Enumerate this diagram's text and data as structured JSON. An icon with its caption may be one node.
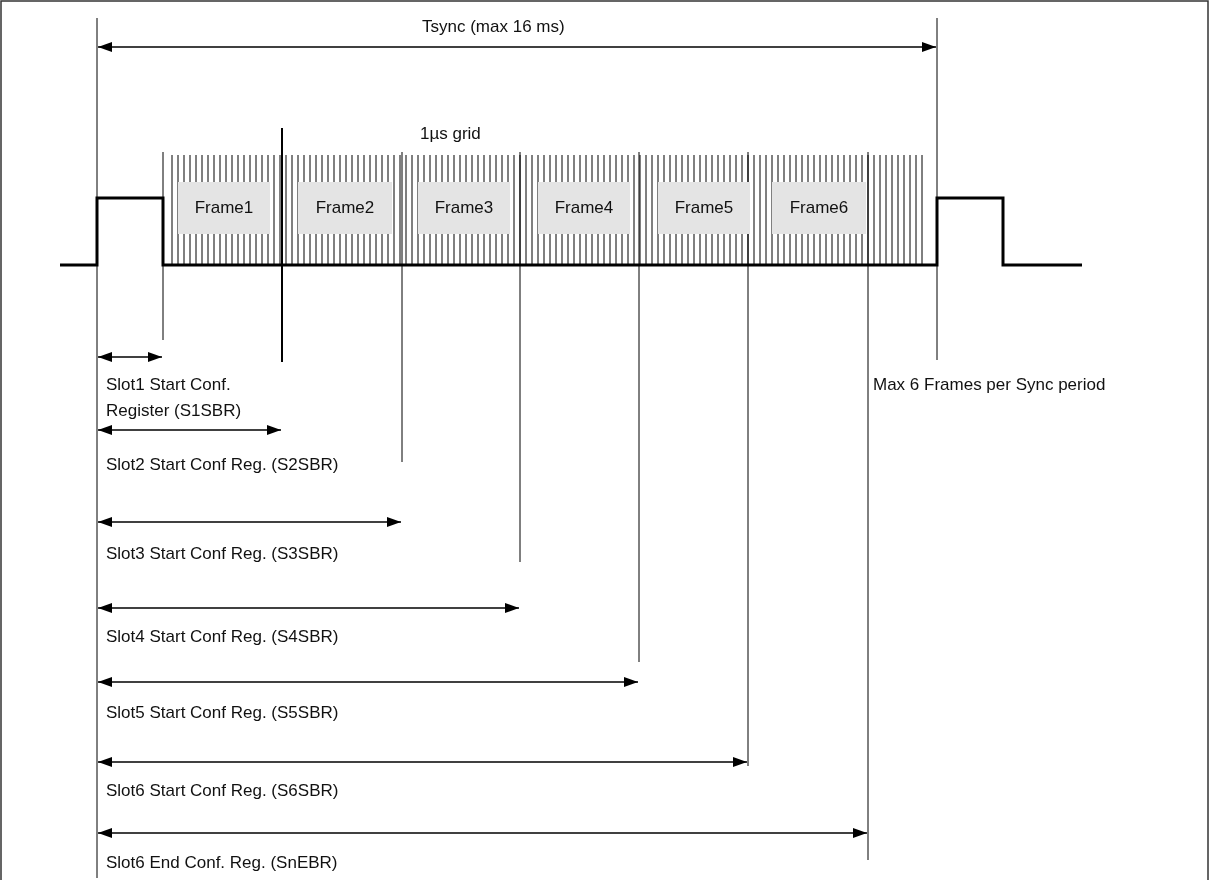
{
  "diagram": {
    "nodes": [
      {
        "text": [
          "Frame1"
        ]
      },
      {
        "text": [
          "Frame2"
        ]
      },
      {
        "text": [
          "Frame3"
        ]
      },
      {
        "text": [
          "Frame4"
        ]
      },
      {
        "text": [
          "Frame5"
        ]
      },
      {
        "text": [
          "Frame6"
        ]
      }
    ],
    "labels": [
      "Tsync (max 16 ms)",
      "1µs grid",
      "Slot1 Start Conf. Register (S1SBR)",
      "Max 6 Frames per Sync period",
      "Slot2 Start Conf Reg. (S2SBR)",
      "Slot3 Start Conf Reg. (S3SBR)",
      "Slot4 Start Conf Reg. (S4SBR)",
      "Slot5 Start Conf Reg. (S5SBR)",
      "Slot6 Start Conf Reg. (S6SBR)",
      "Slot6 End Conf. Reg. (SnEBR)"
    ]
  }
}
